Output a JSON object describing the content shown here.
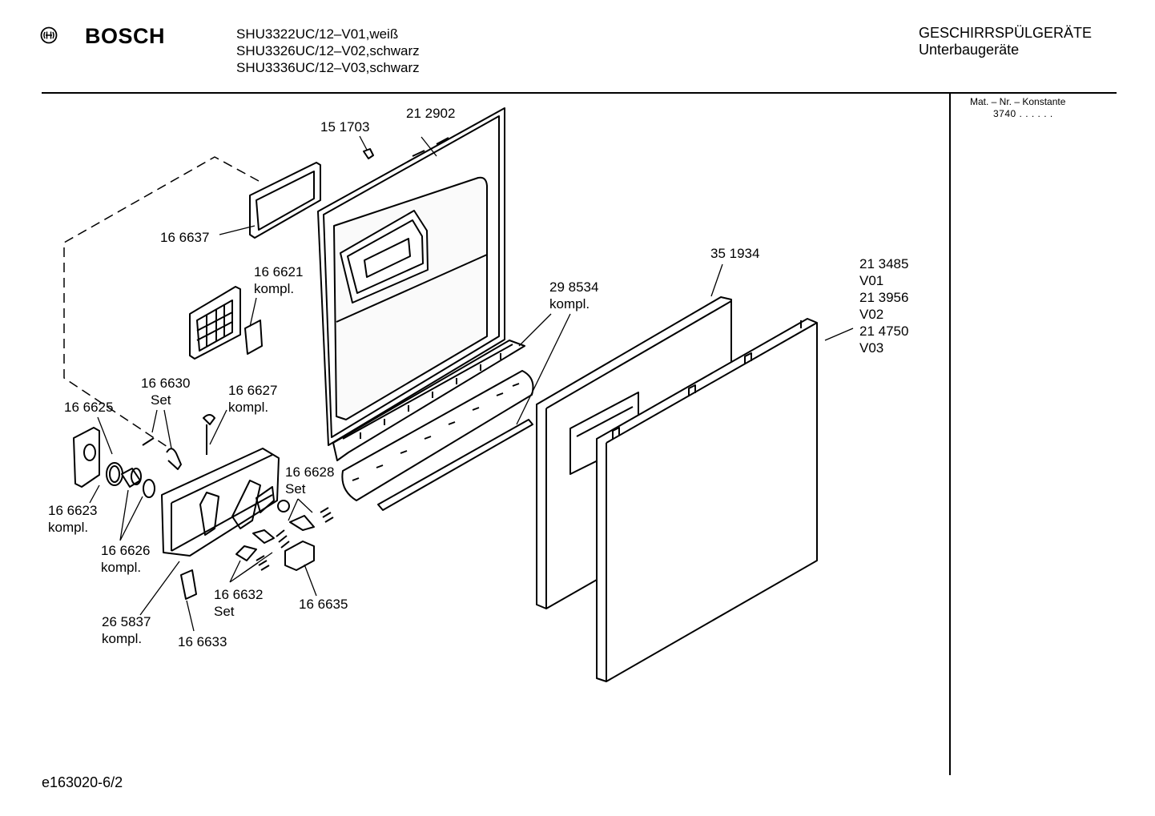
{
  "header": {
    "brand": "BOSCH",
    "models": [
      "SHU3322UC/12–V01,weiß",
      "SHU3326UC/12–V02,schwarz",
      "SHU3336UC/12–V03,schwarz"
    ],
    "category_line1": "GESCHIRRSPÜLGERÄTE",
    "category_line2": "Unterbaugeräte"
  },
  "mat_box": {
    "label": "Mat. – Nr. – Konstante",
    "value": "3740 . . . . . ."
  },
  "footer": "e163020-6/2",
  "parts": [
    {
      "lines": [
        "21 2902"
      ]
    },
    {
      "lines": [
        "15 1703"
      ]
    },
    {
      "lines": [
        "16 6637"
      ]
    },
    {
      "lines": [
        "16 6621",
        "kompl."
      ]
    },
    {
      "lines": [
        "29 8534",
        "kompl."
      ]
    },
    {
      "lines": [
        "35 1934"
      ]
    },
    {
      "lines": [
        "21 3485",
        "V01",
        "21 3956",
        "V02",
        "21 4750",
        "V03"
      ]
    },
    {
      "lines": [
        "16 6630",
        "Set"
      ]
    },
    {
      "lines": [
        "16 6627",
        "kompl."
      ]
    },
    {
      "lines": [
        "16 6625"
      ]
    },
    {
      "lines": [
        "16 6628",
        "Set"
      ]
    },
    {
      "lines": [
        "16 6623",
        "kompl."
      ]
    },
    {
      "lines": [
        "16 6626",
        "kompl."
      ]
    },
    {
      "lines": [
        "16 6632",
        "Set"
      ]
    },
    {
      "lines": [
        "16 6635"
      ]
    },
    {
      "lines": [
        "26 5837",
        "kompl."
      ]
    },
    {
      "lines": [
        "16 6633"
      ]
    }
  ]
}
